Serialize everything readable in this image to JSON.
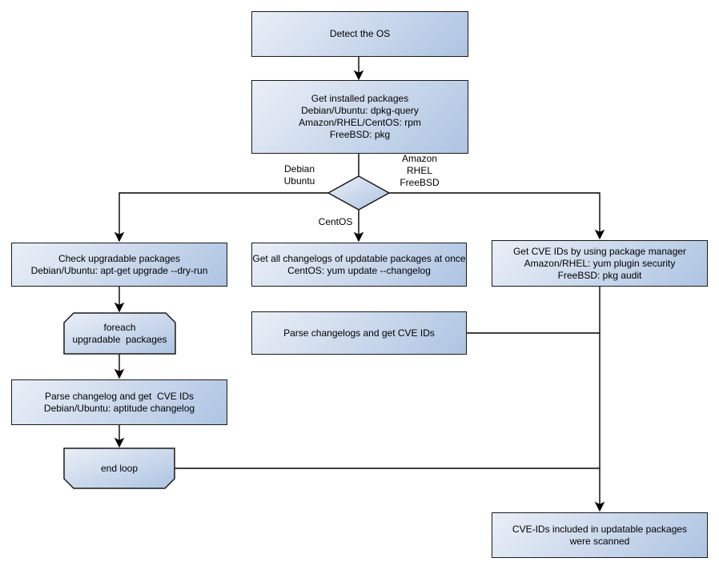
{
  "colors": {
    "node_fill_light": "#eaeff7",
    "node_fill_dark": "#aec4e2",
    "node_border": "#1a1a1a",
    "connector": "#000000",
    "background": "#ffffff"
  },
  "diagram": {
    "type": "flowchart",
    "nodes": {
      "detect_os": {
        "shape": "rect",
        "label": "Detect the OS"
      },
      "get_installed_packages": {
        "shape": "rect",
        "label": "Get installed packages\nDebian/Ubuntu: dpkg-query\nAmazon/RHEL/CentOS: rpm\nFreeBSD: pkg"
      },
      "os_decision": {
        "shape": "diamond",
        "label": ""
      },
      "check_upgradable": {
        "shape": "rect",
        "label": "Check upgradable packages\nDebian/Ubuntu: apt-get upgrade --dry-run"
      },
      "foreach_loop_start": {
        "shape": "loop-start",
        "label": "foreach\nupgradable  packages"
      },
      "parse_changelog": {
        "shape": "rect",
        "label": "Parse changelog and get  CVE IDs\nDebian/Ubuntu: aptitude changelog"
      },
      "end_loop": {
        "shape": "loop-end",
        "label": "end loop"
      },
      "get_all_changelogs": {
        "shape": "rect",
        "label": "Get all changelogs of updatable packages at once\nCentOS: yum update --changelog"
      },
      "parse_changelogs": {
        "shape": "rect",
        "label": "Parse changelogs and get CVE IDs"
      },
      "get_cve_ids_pkg_mgr": {
        "shape": "rect",
        "label": "Get CVE IDs by using package manager\nAmazon/RHEL: yum plugin security\nFreeBSD: pkg audit"
      },
      "scan_result": {
        "shape": "rect",
        "label": "CVE-IDs included in updatable packages\nwere scanned"
      }
    },
    "edge_labels": {
      "debian_ubuntu": "Debian\nUbuntu",
      "amazon_rhel_freebsd": "Amazon\nRHEL\nFreeBSD",
      "centos": "CentOS"
    }
  }
}
